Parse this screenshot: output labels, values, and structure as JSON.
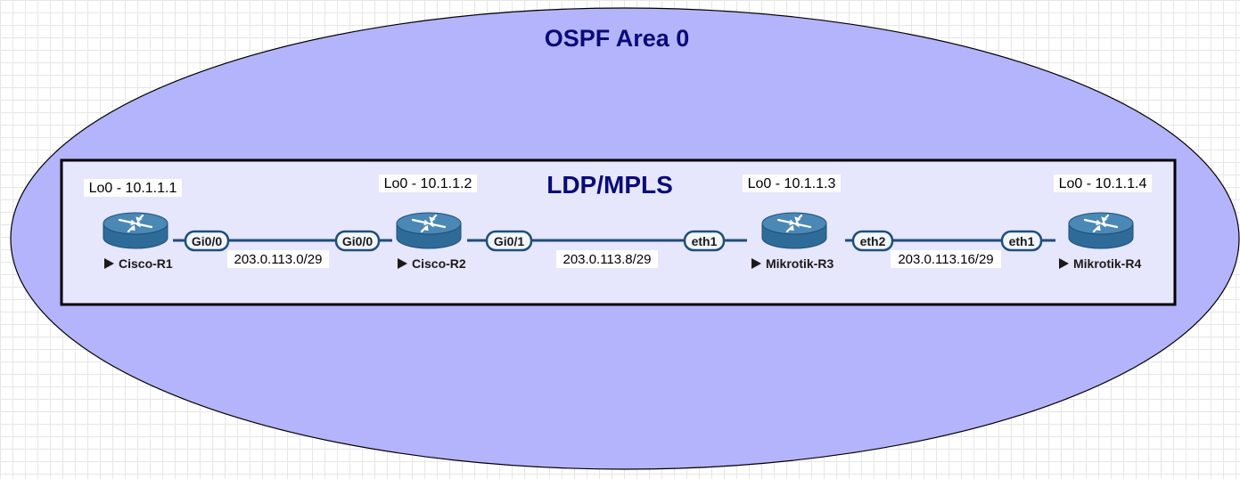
{
  "diagram": {
    "area_title": "OSPF Area 0",
    "box_title": "LDP/MPLS",
    "colors": {
      "area_fill": "#b4b4fc",
      "box_fill": "#e6e6fc",
      "link": "#1f4e79",
      "label_fill": "#f2f6fb",
      "router_top": "#4b88b5",
      "router_side": "#2f6b99",
      "title": "#0a0a78"
    },
    "routers": [
      {
        "name": "Cisco-R1",
        "loopback": "Lo0 - 10.1.1.1",
        "icon": "router-icon"
      },
      {
        "name": "Cisco-R2",
        "loopback": "Lo0 - 10.1.1.2",
        "icon": "router-icon"
      },
      {
        "name": "Mikrotik-R3",
        "loopback": "Lo0 - 10.1.1.3",
        "icon": "router-icon"
      },
      {
        "name": "Mikrotik-R4",
        "loopback": "Lo0 - 10.1.1.4",
        "icon": "router-icon"
      }
    ],
    "links": [
      {
        "from": "Cisco-R1",
        "to": "Cisco-R2",
        "from_if": "Gi0/0",
        "to_if": "Gi0/0",
        "subnet": "203.0.113.0/29"
      },
      {
        "from": "Cisco-R2",
        "to": "Mikrotik-R3",
        "from_if": "Gi0/1",
        "to_if": "eth1",
        "subnet": "203.0.113.8/29"
      },
      {
        "from": "Mikrotik-R3",
        "to": "Mikrotik-R4",
        "from_if": "eth2",
        "to_if": "eth1",
        "subnet": "203.0.113.16/29"
      }
    ]
  }
}
